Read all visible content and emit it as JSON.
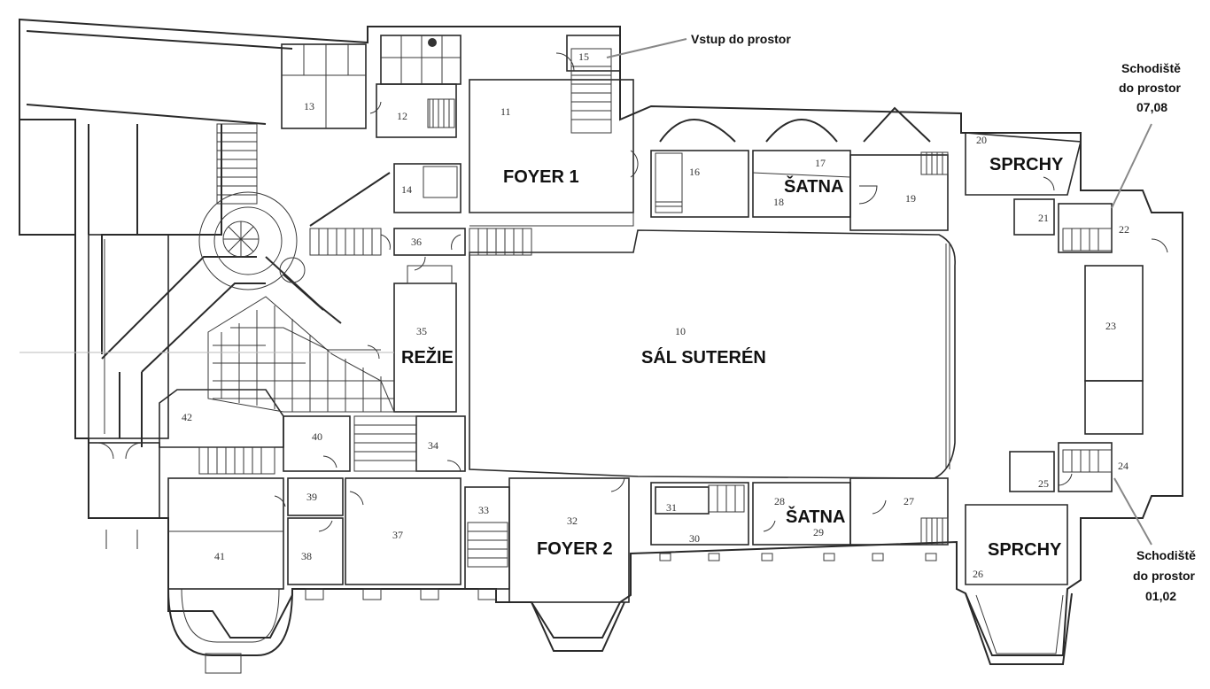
{
  "room_labels": {
    "foyer1": "FOYER 1",
    "foyer2": "FOYER 2",
    "sal": "SÁL SUTERÉN",
    "rezie": "REŽIE",
    "satna_top": "ŠATNA",
    "satna_bottom": "ŠATNA",
    "sprchy_top": "SPRCHY",
    "sprchy_bottom": "SPRCHY"
  },
  "room_numbers": [
    "10",
    "11",
    "12",
    "13",
    "14",
    "15",
    "16",
    "17",
    "18",
    "19",
    "20",
    "21",
    "22",
    "23",
    "24",
    "25",
    "26",
    "27",
    "28",
    "29",
    "30",
    "31",
    "32",
    "33",
    "34",
    "35",
    "36",
    "37",
    "38",
    "39",
    "40",
    "41",
    "42"
  ],
  "annotations": {
    "entrance": "Vstup do prostor",
    "stairs_top": [
      "Schodiště",
      "do prostor",
      "07,08"
    ],
    "stairs_bottom": [
      "Schodiště",
      "do prostor",
      "01,02"
    ]
  }
}
